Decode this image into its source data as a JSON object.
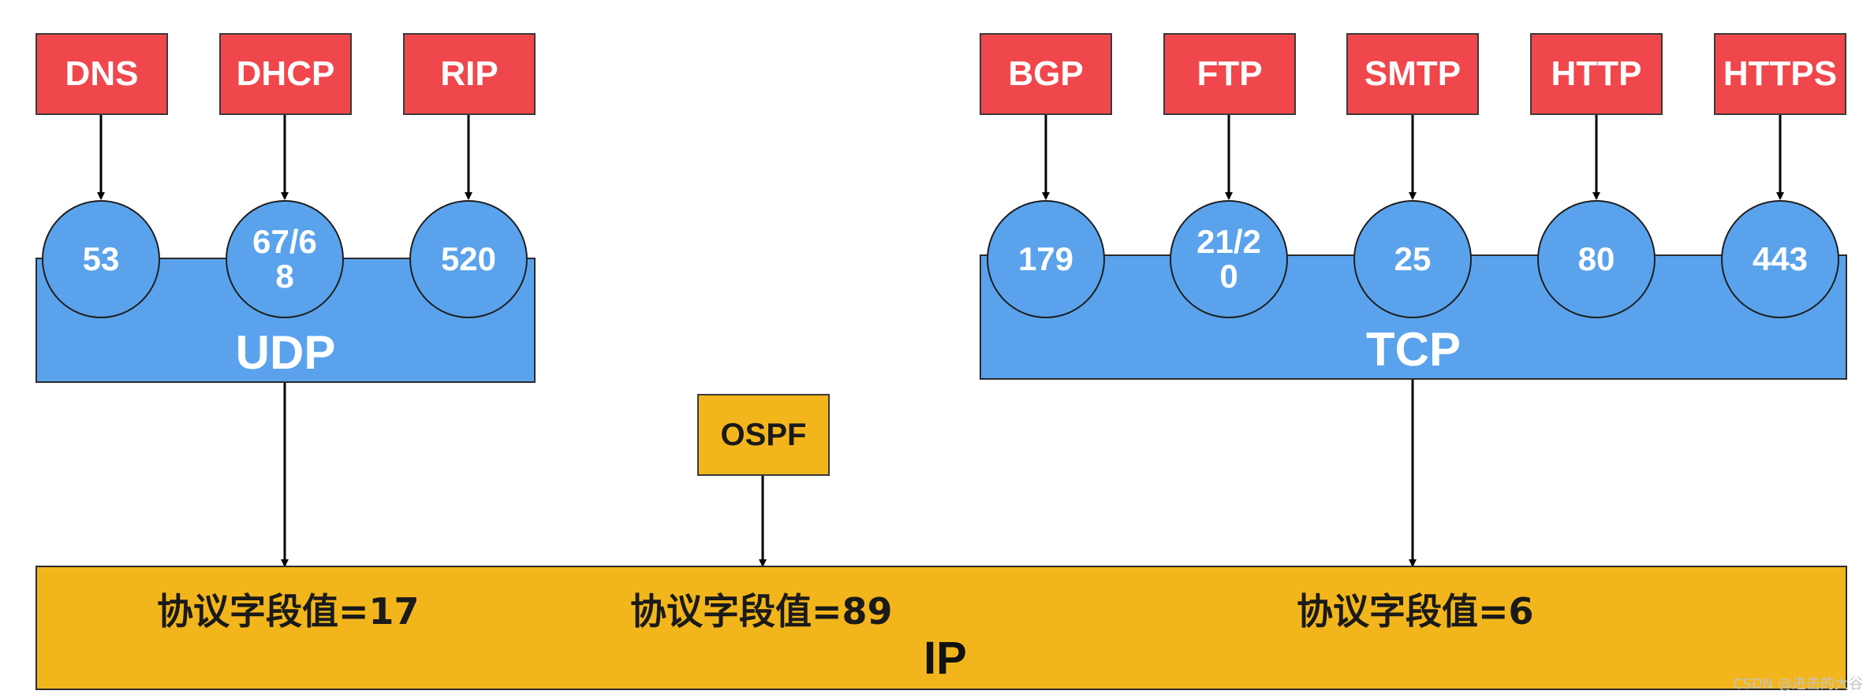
{
  "colors": {
    "app": "#F0474C",
    "transport": "#5AA3EC",
    "ip": "#F2B61C",
    "ospf": "#F2B61C",
    "arrow": "#000000"
  },
  "udp": {
    "label": "UDP",
    "apps": [
      {
        "name": "DNS",
        "port": "53"
      },
      {
        "name": "DHCP",
        "port": "67/68"
      },
      {
        "name": "RIP",
        "port": "520"
      }
    ]
  },
  "tcp": {
    "label": "TCP",
    "apps": [
      {
        "name": "BGP",
        "port": "179"
      },
      {
        "name": "FTP",
        "port": "21/20"
      },
      {
        "name": "SMTP",
        "port": "25"
      },
      {
        "name": "HTTP",
        "port": "80"
      },
      {
        "name": "HTTPS",
        "port": "443"
      }
    ]
  },
  "ospf": {
    "label": "OSPF"
  },
  "ip": {
    "label": "IP",
    "fields": [
      "协议字段值=17",
      "协议字段值=89",
      "协议字段值=6"
    ]
  },
  "watermark": "CSDN @进击的大谷"
}
